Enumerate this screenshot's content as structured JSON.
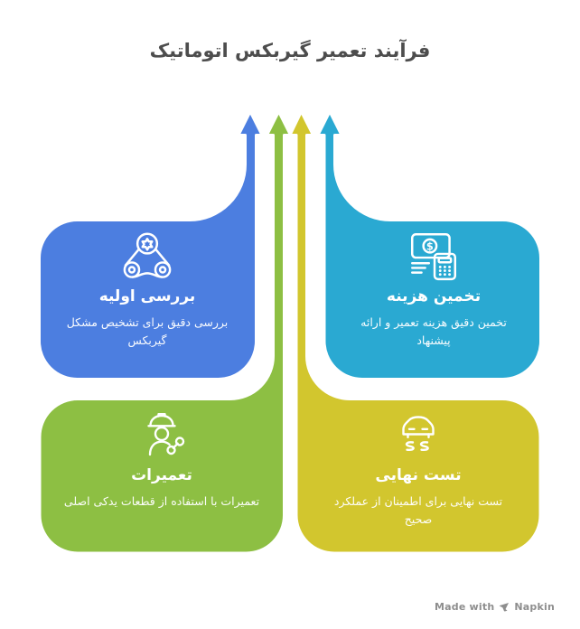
{
  "title": "فرآیند تعمیر گیربکس اتوماتیک",
  "title_color": "#4d4d4d",
  "background": "#ffffff",
  "outline_color": "#ffffff",
  "steps": [
    {
      "name": "initial-inspection",
      "title": "بررسی اولیه",
      "description": "بررسی دقیق برای تشخیص مشکل گیربکس",
      "color": "#4c7ee0",
      "icon": "timing-belt-icon"
    },
    {
      "name": "cost-estimate",
      "title": "تخمین هزینه",
      "description": "تخمین دقیق هزینه تعمیر و ارائه پیشنهاد",
      "color": "#2aa9d2",
      "icon": "money-calculator-icon",
      "currency_symbol": "$"
    },
    {
      "name": "repairs",
      "title": "تعمیرات",
      "description": "تعمیرات با استفاده از قطعات یدکی اصلی",
      "color": "#8dbf43",
      "icon": "mechanic-wrench-icon"
    },
    {
      "name": "final-test",
      "title": "تست نهایی",
      "description": "تست نهایی برای اطمینان از عملکرد صحیح",
      "color": "#d2c62e",
      "icon": "car-skid-test-icon"
    }
  ],
  "watermark": {
    "prefix": "Made with",
    "brand": "Napkin",
    "logo": "napkin-logo-icon",
    "color": "#8e8e8e"
  }
}
